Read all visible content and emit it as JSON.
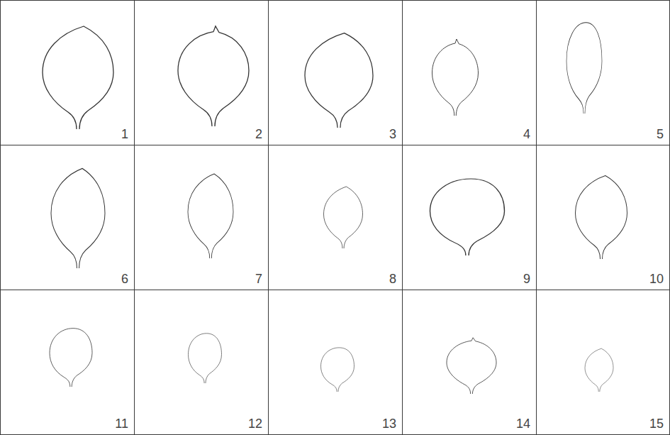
{
  "diagram": {
    "nodes": [
      {
        "text": [
          "1"
        ]
      },
      {
        "text": [
          "2"
        ]
      },
      {
        "text": [
          "3"
        ]
      },
      {
        "text": [
          "4"
        ]
      },
      {
        "text": [
          "5"
        ]
      },
      {
        "text": [
          "6"
        ]
      },
      {
        "text": [
          "7"
        ]
      },
      {
        "text": [
          "8"
        ]
      },
      {
        "text": [
          "9"
        ]
      },
      {
        "text": [
          "10"
        ]
      },
      {
        "text": [
          "11"
        ]
      },
      {
        "text": [
          "12"
        ]
      },
      {
        "text": [
          "13"
        ]
      },
      {
        "text": [
          "14"
        ]
      },
      {
        "text": [
          "15"
        ]
      }
    ]
  }
}
